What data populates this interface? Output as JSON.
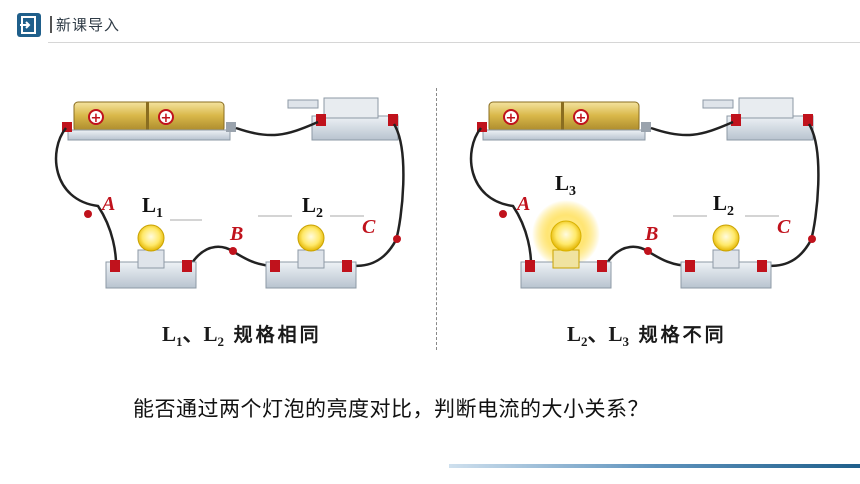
{
  "header": {
    "title": "新课导入",
    "logo_icon": "exit-door-icon",
    "accent_color": "#1f5f8b"
  },
  "left_circuit": {
    "point_a": "A",
    "point_b": "B",
    "point_c": "C",
    "bulb1_label": "L",
    "bulb1_sub": "1",
    "bulb2_label": "L",
    "bulb2_sub": "2",
    "caption": {
      "l1": "L",
      "l1_sub": "1",
      "sep": "、",
      "l2": "L",
      "l2_sub": "2",
      "text": " 规格相同"
    }
  },
  "right_circuit": {
    "point_a": "A",
    "point_b": "B",
    "point_c": "C",
    "bulb3_label": "L",
    "bulb3_sub": "3",
    "bulb2_label": "L",
    "bulb2_sub": "2",
    "caption": {
      "l2": "L",
      "l2_sub": "2",
      "sep": "、",
      "l3": "L",
      "l3_sub": "3",
      "text": " 规格不同"
    }
  },
  "question": "能否通过两个灯泡的亮度对比，判断电流的大小关系？",
  "colors": {
    "label_red": "#c0121c",
    "battery_gold": "#d9b84a",
    "wire": "#222222",
    "terminal_red": "#c0121c",
    "bar_blue": "#1f5f8b"
  }
}
